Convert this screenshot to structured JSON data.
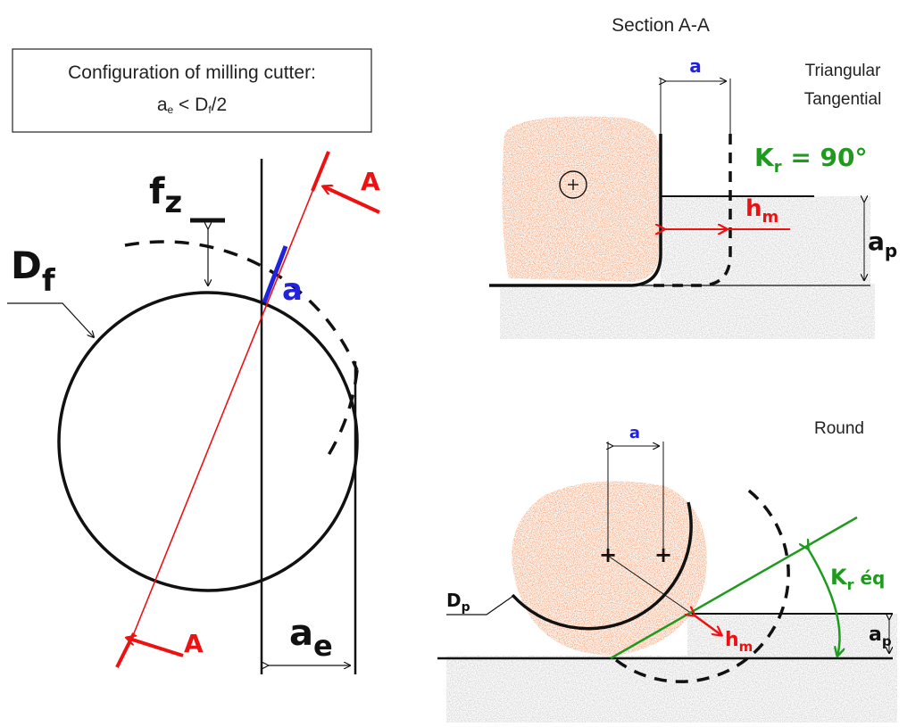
{
  "config_box": {
    "line1": "Configuration of milling cutter:",
    "line2_a": "a",
    "line2_a_sub": "e",
    "line2_mid": " < D",
    "line2_d_sub": "f",
    "line2_tail": "/2"
  },
  "left_view": {
    "fz_main": "f",
    "fz_sub": "z",
    "df_main": "D",
    "df_sub": "f",
    "a_label": "a",
    "ae_main": "a",
    "ae_sub": "e",
    "section_arrow_top": "A",
    "section_arrow_bottom": "A"
  },
  "section_title": "Section A-A",
  "triangular": {
    "title_line1": "Triangular",
    "title_line2": "Tangential",
    "a_label": "a",
    "kr_label": "K",
    "kr_sub": "r",
    "kr_value": " = 90°",
    "hm_main": "h",
    "hm_sub": "m",
    "ap_main": "a",
    "ap_sub": "p"
  },
  "round": {
    "title": "Round",
    "a_label": "a",
    "dp_main": "D",
    "dp_sub": "p",
    "hm_main": "h",
    "hm_sub": "m",
    "ap_main": "a",
    "ap_sub": "p",
    "kr_main": "K",
    "kr_sub": "r",
    "kr_suffix": " éq"
  },
  "colors": {
    "red": "#ee1111",
    "blue": "#2222dd",
    "green": "#1f9a1f",
    "orange": "#f08a4b",
    "grey": "#d4d4d4",
    "black": "#111111"
  }
}
